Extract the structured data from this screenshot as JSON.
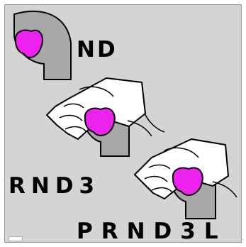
{
  "ranges": {
    "top": "ND",
    "middle": "RND3",
    "bottom": "PRND3L"
  },
  "colors": {
    "panel": "#d4d4d4",
    "housing": "#a8a8a8",
    "knob": "#ee22ee",
    "glove": "#ffffff",
    "ink": "#000000"
  }
}
